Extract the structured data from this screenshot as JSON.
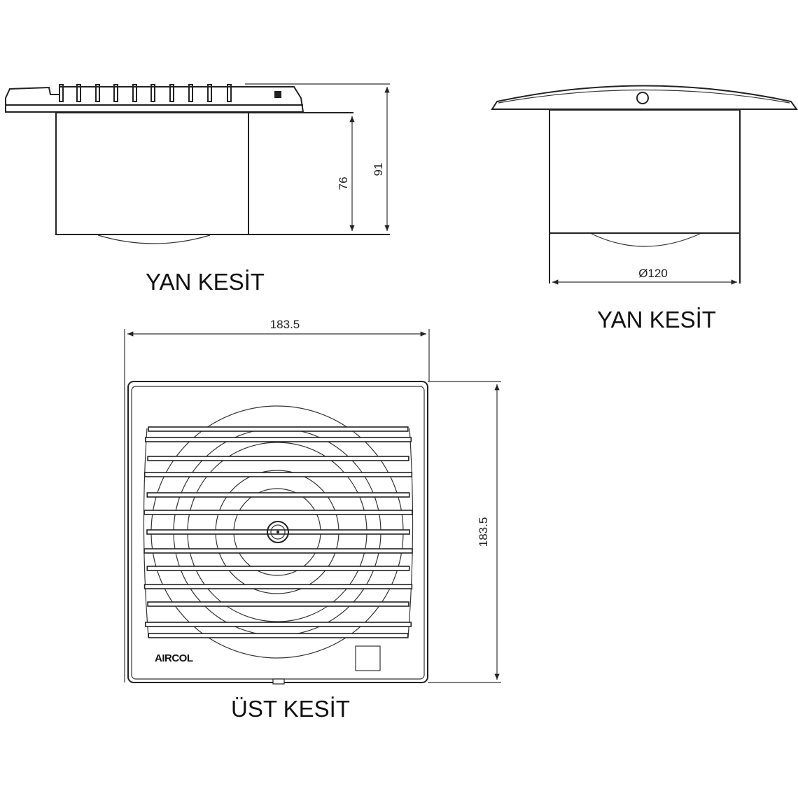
{
  "side_view_left": {
    "label": "YAN KESİT",
    "dim_body_height": "76",
    "dim_total_height": "91"
  },
  "side_view_right": {
    "label": "YAN KESİT",
    "dim_diameter": "Ø120"
  },
  "top_view": {
    "label": "ÜST KESİT",
    "dim_width": "183.5",
    "dim_height": "183.5",
    "brand": "AIRCOL"
  }
}
